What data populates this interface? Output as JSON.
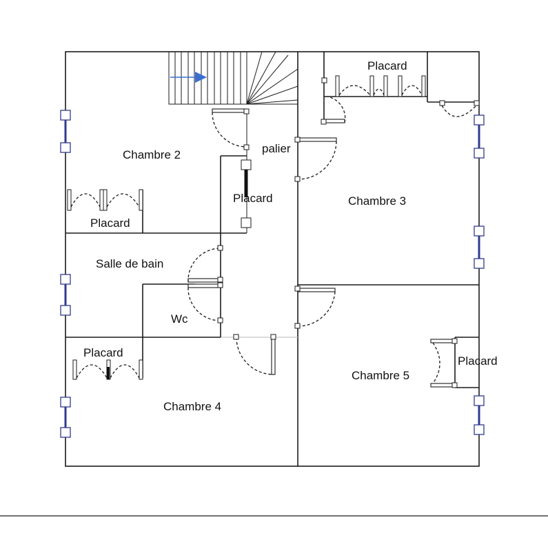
{
  "rooms": {
    "chambre2": "Chambre 2",
    "chambre3": "Chambre 3",
    "chambre4": "Chambre 4",
    "chambre5": "Chambre 5",
    "palier": "palier",
    "salle_de_bain": "Salle de bain",
    "wc": "Wc"
  },
  "closets": {
    "top_right": "Placard",
    "center": "Placard",
    "left_chambre2": "Placard",
    "left_chambre4": "Placard",
    "right_chambre5": "Placard"
  },
  "colors": {
    "wall": "#1a1a1a",
    "window": "#303a8c",
    "stair_arrow": "#3a6fd0"
  }
}
